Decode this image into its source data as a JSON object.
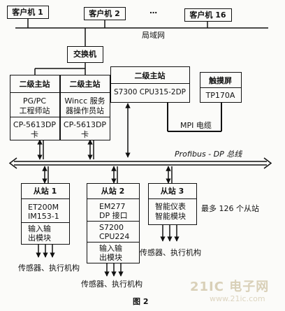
{
  "clients": [
    "客户机 1",
    "客户机 2",
    "客户机 16"
  ],
  "ellipsis": "⋯",
  "lan_label": "局域网",
  "switch_label": "交换机",
  "master1": {
    "title": "二级主站",
    "line1": "PG/PC",
    "line2": "工程师站",
    "card1": "CP-5613DP",
    "card2": "卡"
  },
  "master2": {
    "title": "二级主站",
    "line1": "Wincc 服务",
    "line2": "器操作员站",
    "card1": "CP-5613DP",
    "card2": "卡"
  },
  "master3": {
    "title": "二级主站",
    "cpu": "S7300 CPU315-2DP"
  },
  "touchscreen": {
    "title": "触摸屏",
    "model": "TP170A"
  },
  "mpi_label": "MPI 电缆",
  "bus_label": "Profibus - DP 总线",
  "slave1": {
    "title": "从站 1",
    "l1": "ET200M",
    "l2": "IM153-1",
    "l3": "输入输",
    "l4": "出模块"
  },
  "slave2": {
    "title": "从站 2",
    "l1": "EM277",
    "l2": "DP 接口",
    "l3": "S7200",
    "l4": "CPU224",
    "l5": "输入输",
    "l6": "出模块"
  },
  "slave3": {
    "title": "从站 3",
    "l1": "智能仪表",
    "l2": "智能模块"
  },
  "max_slaves": "最多 126 个从站",
  "sensors1": "传感器、执行机构",
  "sensors2": "传感器、执行机构",
  "sensors3": "传感器、执行机构",
  "figure_caption": "图 2",
  "watermark": "21IC电子网 www.21ic.com"
}
